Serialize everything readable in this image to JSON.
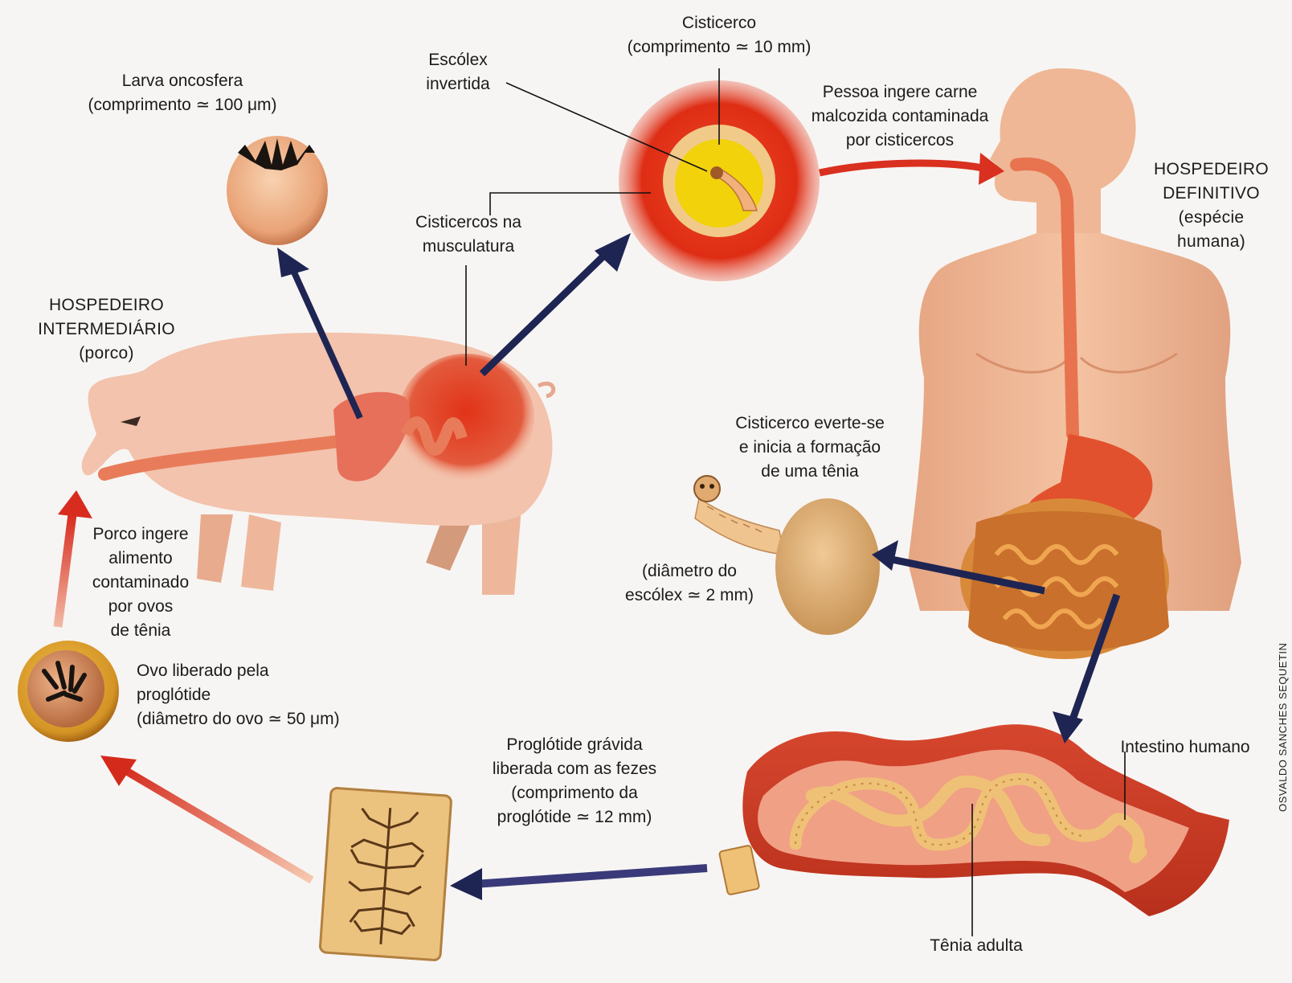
{
  "labels": {
    "cisticerco": [
      "Cisticerco",
      "(comprimento ≃ 10 mm)"
    ],
    "escolex_invertida": [
      "Escólex",
      "invertida"
    ],
    "larva_oncosfera": [
      "Larva oncosfera",
      "(comprimento ≃ 100 μm)"
    ],
    "pessoa_ingere": [
      "Pessoa ingere carne",
      "malcozida contaminada",
      "por cisticercos"
    ],
    "hospedeiro_definitivo": [
      "HOSPEDEIRO",
      "DEFINITIVO",
      "(espécie",
      "humana)"
    ],
    "cisticercos_musculatura": [
      "Cisticercos na",
      "musculatura"
    ],
    "hospedeiro_intermediario": [
      "HOSPEDEIRO",
      "INTERMEDIÁRIO",
      "(porco)"
    ],
    "cisticerco_everte": [
      "Cisticerco everte-se",
      "e inicia a formação",
      "de uma tênia"
    ],
    "diametro_escolex": [
      "(diâmetro do",
      "escólex ≃ 2 mm)"
    ],
    "porco_ingere": [
      "Porco ingere",
      "alimento",
      "contaminado",
      "por ovos",
      "de tênia"
    ],
    "ovo_liberado": [
      "Ovo liberado pela",
      "proglótide",
      "(diâmetro do ovo ≃ 50 μm)"
    ],
    "proglotide_gravida": [
      "Proglótide grávida",
      "liberada com as fezes",
      "(comprimento da",
      "proglótide ≃ 12 mm)"
    ],
    "intestino_humano": [
      "Intestino humano"
    ],
    "tenia_adulta": [
      "Tênia adulta"
    ]
  },
  "credit": "OSVALDO SANCHES SEQUETIN",
  "colors": {
    "background": "#f7f5f3",
    "skin": "#efb795",
    "pig": "#f3c3ad",
    "cyst_red": "#e0341c",
    "yellow": "#f2d20a",
    "dark_arrow": "#1e2553",
    "red_arrow": "#d93020",
    "tan": "#ecc27f"
  }
}
